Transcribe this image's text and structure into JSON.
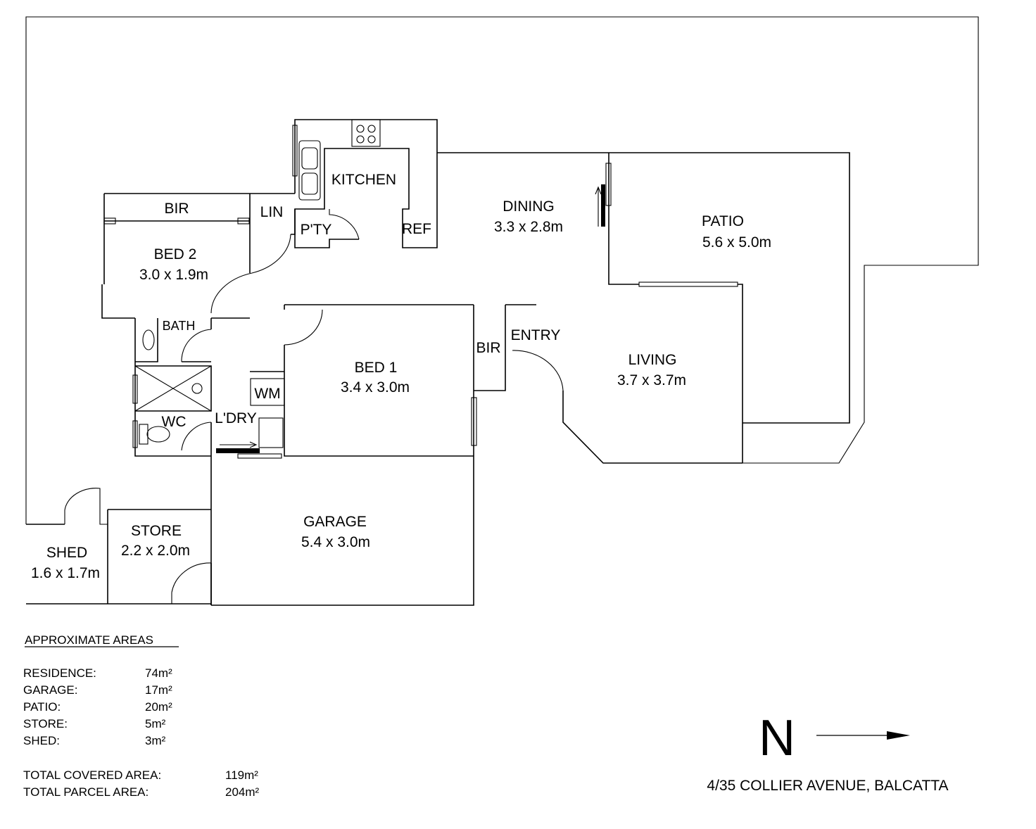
{
  "rooms": {
    "kitchen": {
      "name": "KITCHEN"
    },
    "dining": {
      "name": "DINING",
      "size": "3.3 x 2.8m"
    },
    "patio": {
      "name": "PATIO",
      "size": "5.6 x 5.0m"
    },
    "bir1": {
      "name": "BIR"
    },
    "lin": {
      "name": "LIN"
    },
    "pantry": {
      "name": "P'TY"
    },
    "ref": {
      "name": "REF"
    },
    "bed2": {
      "name": "BED 2",
      "size": "3.0 x 1.9m"
    },
    "bath": {
      "name": "BATH"
    },
    "bed1": {
      "name": "BED 1",
      "size": "3.4 x 3.0m"
    },
    "bir2": {
      "name": "BIR"
    },
    "entry": {
      "name": "ENTRY"
    },
    "living": {
      "name": "LIVING",
      "size": "3.7 x 3.7m"
    },
    "wm": {
      "name": "WM"
    },
    "wc": {
      "name": "WC"
    },
    "laundry": {
      "name": "L'DRY"
    },
    "garage": {
      "name": "GARAGE",
      "size": "5.4 x 3.0m"
    },
    "store": {
      "name": "STORE",
      "size": "2.2 x 2.0m"
    },
    "shed": {
      "name": "SHED",
      "size": "1.6 x 1.7m"
    }
  },
  "areas": {
    "title": "APPROXIMATE AREAS",
    "items": [
      {
        "label": "RESIDENCE:",
        "value": "74m²"
      },
      {
        "label": "GARAGE:",
        "value": "17m²"
      },
      {
        "label": "PATIO:",
        "value": "20m²"
      },
      {
        "label": "STORE:",
        "value": "5m²"
      },
      {
        "label": "SHED:",
        "value": "3m²"
      }
    ],
    "totals": [
      {
        "label": "TOTAL COVERED AREA:",
        "value": "119m²"
      },
      {
        "label": "TOTAL PARCEL AREA:",
        "value": "204m²"
      }
    ]
  },
  "north": {
    "letter": "N"
  },
  "address": "4/35 COLLIER AVENUE, BALCATTA"
}
